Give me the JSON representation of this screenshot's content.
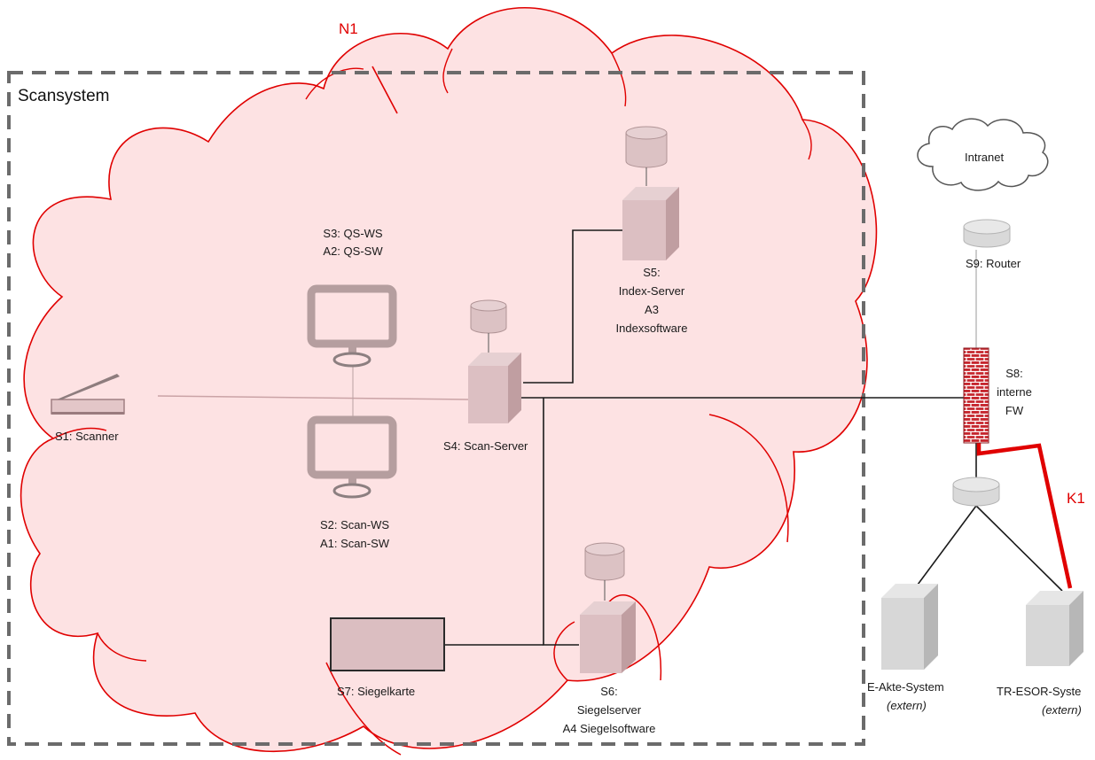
{
  "title": "Scansystem",
  "labels": {
    "n1": "N1",
    "k1": "K1",
    "s1": "S1: Scanner",
    "s2_line1": "S2: Scan-WS",
    "s2_line2": "A1: Scan-SW",
    "s3_line1": "S3: QS-WS",
    "s3_line2": "A2: QS-SW",
    "s4": "S4: Scan-Server",
    "s5_line1": "S5:",
    "s5_line2": "Index-Server",
    "s5_line3": "A3",
    "s5_line4": "Indexsoftware",
    "s6_line1": "S6:",
    "s6_line2": "Siegelserver",
    "s6_line3": "A4 Siegelsoftware",
    "s7": "S7: Siegelkarte",
    "s8_line1": "S8:",
    "s8_line2": "interne",
    "s8_line3": "FW",
    "s9": "S9: Router",
    "intranet": "Intranet",
    "eakte_line1": "E-Akte-System",
    "eakte_line2": "(extern)",
    "tresor_line1": "TR-ESOR-Syste",
    "tresor_line2": "(extern)"
  },
  "colors": {
    "cloud_fill": "#fde2e3",
    "cloud_stroke": "#e00000",
    "device_fill": "#d9bcbf",
    "external_device_fill": "#d7d7d7",
    "connection": "#1a1a1a",
    "threat": "#e00000",
    "boundary": "#6b6b6b"
  }
}
